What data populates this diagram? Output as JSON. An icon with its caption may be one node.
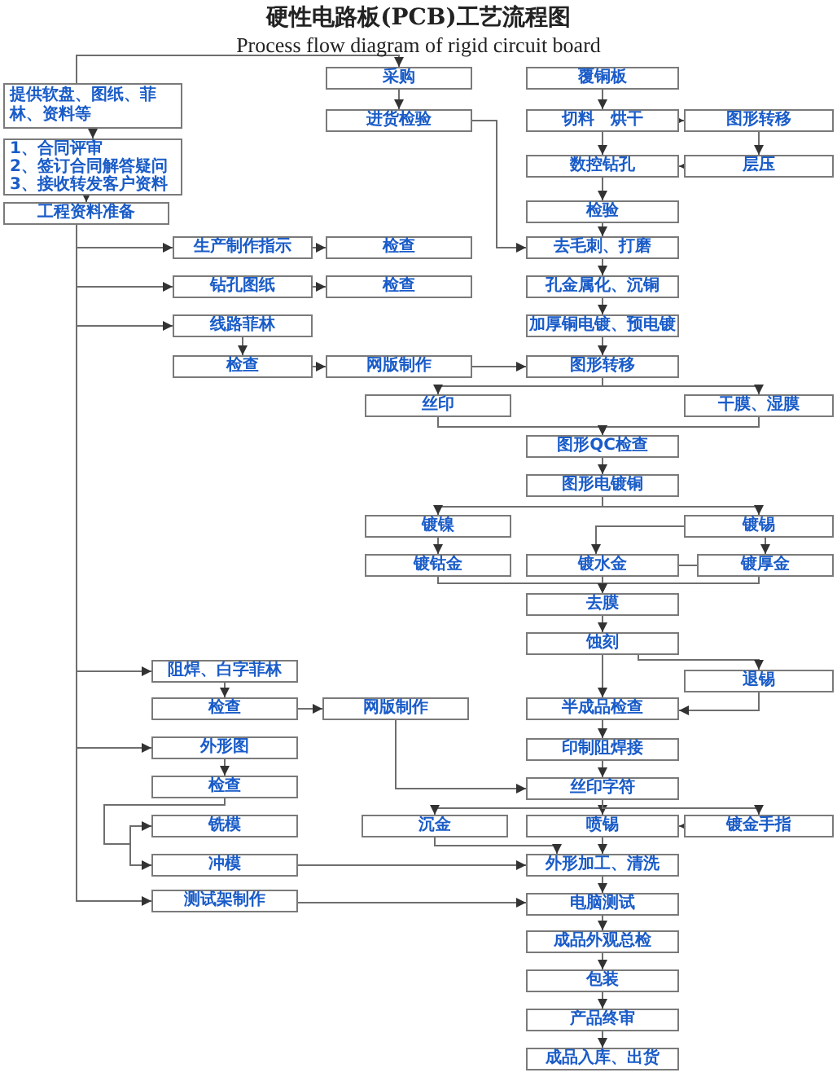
{
  "diagram": {
    "title": "硬性电路板(PCB)工艺流程图",
    "caption": "Process flow diagram of rigid circuit board",
    "nodes": [
      {
        "text": [
          "提供软盘、图纸、菲林、资料等"
        ]
      },
      {
        "text": [
          "1、合同评审",
          "2、签订合同解答疑问",
          "3、接收转发客户资料"
        ]
      },
      {
        "text": [
          "工程资料准备"
        ]
      },
      {
        "text": [
          "采购"
        ]
      },
      {
        "text": [
          "进货检验"
        ]
      },
      {
        "text": [
          "覆铜板"
        ]
      },
      {
        "text": [
          "切料　烘干"
        ]
      },
      {
        "text": [
          "图形转移"
        ]
      },
      {
        "text": [
          "数控钻孔"
        ]
      },
      {
        "text": [
          "层压"
        ]
      },
      {
        "text": [
          "检验"
        ]
      },
      {
        "text": [
          "生产制作指示"
        ]
      },
      {
        "text": [
          "检查"
        ]
      },
      {
        "text": [
          "去毛刺、打磨"
        ]
      },
      {
        "text": [
          "钻孔图纸"
        ]
      },
      {
        "text": [
          "检查"
        ]
      },
      {
        "text": [
          "孔金属化、沉铜"
        ]
      },
      {
        "text": [
          "线路菲林"
        ]
      },
      {
        "text": [
          "加厚铜电镀、预电镀"
        ]
      },
      {
        "text": [
          "检查"
        ]
      },
      {
        "text": [
          "网版制作"
        ]
      },
      {
        "text": [
          "图形转移"
        ]
      },
      {
        "text": [
          "丝印"
        ]
      },
      {
        "text": [
          "干膜、湿膜"
        ]
      },
      {
        "text": [
          "图形QC检查"
        ]
      },
      {
        "text": [
          "图形电镀铜"
        ]
      },
      {
        "text": [
          "镀镍"
        ]
      },
      {
        "text": [
          "镀锡"
        ]
      },
      {
        "text": [
          "镀钴金"
        ]
      },
      {
        "text": [
          "镀水金"
        ]
      },
      {
        "text": [
          "镀厚金"
        ]
      },
      {
        "text": [
          "去膜"
        ]
      },
      {
        "text": [
          "蚀刻"
        ]
      },
      {
        "text": [
          "退锡"
        ]
      },
      {
        "text": [
          "阻焊、白字菲林"
        ]
      },
      {
        "text": [
          "检查"
        ]
      },
      {
        "text": [
          "网版制作"
        ]
      },
      {
        "text": [
          "半成品检查"
        ]
      },
      {
        "text": [
          "外形图"
        ]
      },
      {
        "text": [
          "检查"
        ]
      },
      {
        "text": [
          "印制阻焊接"
        ]
      },
      {
        "text": [
          "丝印字符"
        ]
      },
      {
        "text": [
          "铣模"
        ]
      },
      {
        "text": [
          "沉金"
        ]
      },
      {
        "text": [
          "喷锡"
        ]
      },
      {
        "text": [
          "镀金手指"
        ]
      },
      {
        "text": [
          "冲模"
        ]
      },
      {
        "text": [
          "外形加工、清洗"
        ]
      },
      {
        "text": [
          "测试架制作"
        ]
      },
      {
        "text": [
          "电脑测试"
        ]
      },
      {
        "text": [
          "成品外观总检"
        ]
      },
      {
        "text": [
          "包装"
        ]
      },
      {
        "text": [
          "产品终审"
        ]
      },
      {
        "text": [
          "成品入库、出货"
        ]
      }
    ],
    "edges": [
      {
        "from": 0,
        "to": 3,
        "arrow": "to"
      },
      {
        "from": 0,
        "to": 1,
        "arrow": "to"
      },
      {
        "from": 1,
        "to": 2,
        "arrow": "to"
      },
      {
        "from": 2,
        "to": 11,
        "arrow": "to"
      },
      {
        "from": 2,
        "to": 14,
        "arrow": "to"
      },
      {
        "from": 2,
        "to": 17,
        "arrow": "to"
      },
      {
        "from": 2,
        "to": 34,
        "arrow": "to"
      },
      {
        "from": 2,
        "to": 38,
        "arrow": "to"
      },
      {
        "from": 2,
        "to": 48,
        "arrow": "to"
      },
      {
        "from": 3,
        "to": 4,
        "arrow": "to"
      },
      {
        "from": 4,
        "to": 13,
        "arrow": "to"
      },
      {
        "from": 5,
        "to": 6,
        "arrow": "to"
      },
      {
        "from": 6,
        "to": 7,
        "arrow": "to"
      },
      {
        "from": 7,
        "to": 9,
        "arrow": "to"
      },
      {
        "from": 9,
        "to": 8,
        "arrow": "to"
      },
      {
        "from": 6,
        "to": 8,
        "arrow": "to"
      },
      {
        "from": 8,
        "to": 10,
        "arrow": "to"
      },
      {
        "from": 10,
        "to": 13,
        "arrow": "to"
      },
      {
        "from": 13,
        "to": 16,
        "arrow": "to"
      },
      {
        "from": 16,
        "to": 18,
        "arrow": "to"
      },
      {
        "from": 18,
        "to": 21,
        "arrow": "to"
      },
      {
        "from": 11,
        "to": 12,
        "arrow": "to"
      },
      {
        "from": 14,
        "to": 15,
        "arrow": "to"
      },
      {
        "from": 17,
        "to": 19,
        "arrow": "to"
      },
      {
        "from": 19,
        "to": 20,
        "arrow": "to"
      },
      {
        "from": 20,
        "to": 21,
        "arrow": "to"
      },
      {
        "from": 21,
        "to": 22,
        "arrow": "to"
      },
      {
        "from": 21,
        "to": 23,
        "arrow": "to"
      },
      {
        "from": 22,
        "to": 24,
        "arrow": "to"
      },
      {
        "from": 23,
        "to": 24,
        "arrow": "to"
      },
      {
        "from": 24,
        "to": 25,
        "arrow": "to"
      },
      {
        "from": 25,
        "to": 26,
        "arrow": "to"
      },
      {
        "from": 25,
        "to": 27,
        "arrow": "to"
      },
      {
        "from": 26,
        "to": 28,
        "arrow": "to"
      },
      {
        "from": 27,
        "to": 29,
        "arrow": "to"
      },
      {
        "from": 27,
        "to": 30,
        "arrow": "to"
      },
      {
        "from": 29,
        "to": 30,
        "arrow": "none"
      },
      {
        "from": 28,
        "to": 31,
        "arrow": "to"
      },
      {
        "from": 29,
        "to": 31,
        "arrow": "to"
      },
      {
        "from": 30,
        "to": 31,
        "arrow": "to"
      },
      {
        "from": 31,
        "to": 32,
        "arrow": "to"
      },
      {
        "from": 32,
        "to": 37,
        "arrow": "to"
      },
      {
        "from": 32,
        "to": 33,
        "arrow": "to"
      },
      {
        "from": 33,
        "to": 37,
        "arrow": "to"
      },
      {
        "from": 34,
        "to": 35,
        "arrow": "to"
      },
      {
        "from": 35,
        "to": 36,
        "arrow": "to"
      },
      {
        "from": 36,
        "to": 41,
        "arrow": "to"
      },
      {
        "from": 37,
        "to": 40,
        "arrow": "to"
      },
      {
        "from": 40,
        "to": 41,
        "arrow": "to"
      },
      {
        "from": 38,
        "to": 39,
        "arrow": "to"
      },
      {
        "from": 39,
        "to": 42,
        "arrow": "to"
      },
      {
        "from": 39,
        "to": 46,
        "arrow": "to"
      },
      {
        "from": 41,
        "to": 43,
        "arrow": "to"
      },
      {
        "from": 41,
        "to": 44,
        "arrow": "to"
      },
      {
        "from": 41,
        "to": 45,
        "arrow": "to"
      },
      {
        "from": 45,
        "to": 44,
        "arrow": "to"
      },
      {
        "from": 43,
        "to": 47,
        "arrow": "to"
      },
      {
        "from": 44,
        "to": 47,
        "arrow": "to"
      },
      {
        "from": 46,
        "to": 47,
        "arrow": "to"
      },
      {
        "from": 48,
        "to": 49,
        "arrow": "to"
      },
      {
        "from": 47,
        "to": 49,
        "arrow": "to"
      },
      {
        "from": 49,
        "to": 50,
        "arrow": "to"
      },
      {
        "from": 50,
        "to": 51,
        "arrow": "to"
      },
      {
        "from": 51,
        "to": 52,
        "arrow": "to"
      },
      {
        "from": 52,
        "to": 53,
        "arrow": "to"
      }
    ]
  }
}
